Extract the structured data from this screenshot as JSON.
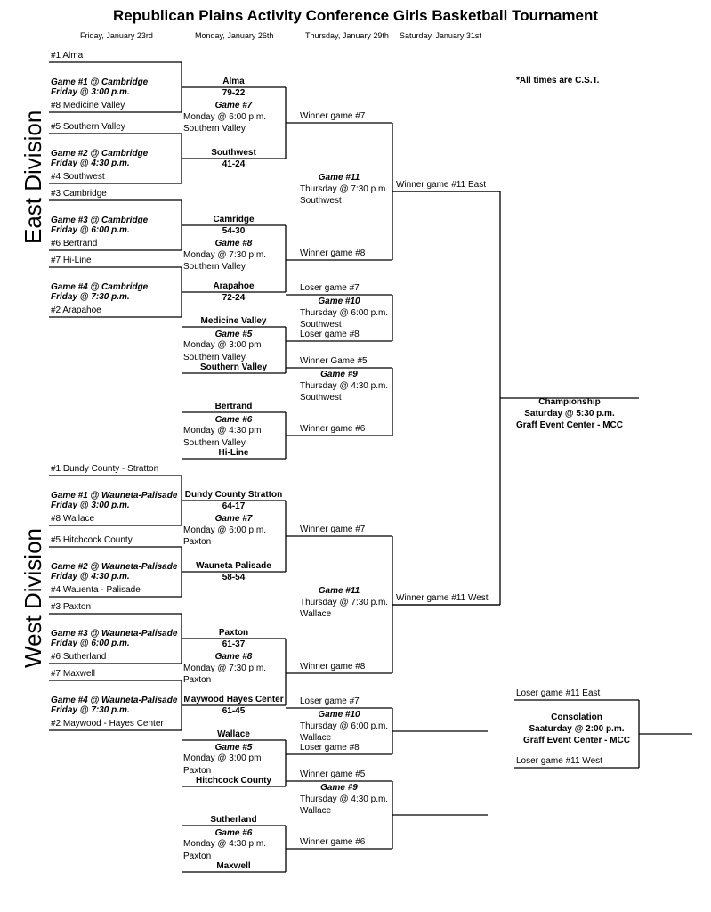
{
  "title": "Republican Plains Activity Conference Girls Basketball Tournament",
  "day_headers": [
    "Friday, January 23rd",
    "Monday, January 26th",
    "Thursday, January 29th",
    "Saturday, January 31st"
  ],
  "note": "*All times are C.S.T.",
  "east": {
    "label": "East Division",
    "r1": [
      {
        "top": "#1 Alma",
        "game1": "Game #1 @ Cambridge",
        "game2": "Friday @ 3:00 p.m.",
        "bottom": "#8 Medicine Valley"
      },
      {
        "top": "#5 Southern Valley",
        "game1": "Game #2 @ Cambridge",
        "game2": "Friday @ 4:30 p.m.",
        "bottom": "#4 Southwest"
      },
      {
        "top": "#3 Cambridge",
        "game1": "Game #3  @ Cambridge",
        "game2": "Friday @ 6:00 p.m.",
        "bottom": "#6 Bertrand"
      },
      {
        "top": "#7 Hi-Line",
        "game1": "Game #4  @ Cambridge",
        "game2": "Friday @ 7:30 p.m.",
        "bottom": "#2 Arapahoe"
      }
    ],
    "r2": [
      {
        "w1": "Alma",
        "s1": "79-22",
        "game": "Game #7",
        "time": "Monday @ 6:00 p.m.",
        "sub": "Southern Valley",
        "w2": "Southwest",
        "s2": "41-24"
      },
      {
        "w1": "Camridge",
        "s1": "54-30",
        "game": "Game #8",
        "time": "Monday @ 7:30 p.m.",
        "sub": "Southern Valley",
        "w2": "Arapahoe",
        "s2": "72-24"
      }
    ],
    "cons": [
      {
        "top": "Medicine Valley",
        "game": "Game #5",
        "time": "Monday @ 3:00 pm",
        "sub": "Southern Valley",
        "bottom": "Southern Valley"
      },
      {
        "top": "Bertrand",
        "game": "Game #6",
        "time": "Monday @ 4:30 pm",
        "sub": "Southern Valley",
        "bottom": "Hi-Line"
      }
    ],
    "r3": {
      "top": "Winner game #7",
      "game": "Game #11",
      "time": "Thursday @ 7:30 p.m.",
      "sub": "Southwest",
      "bottom": "Winner game #8"
    },
    "g10": {
      "top": "Loser game #7",
      "game": "Game #10",
      "time": "Thursday @ 6:00 p.m.",
      "sub": "Southwest",
      "bottom": "Loser game #8"
    },
    "g9": {
      "top": "Winner Game #5",
      "game": "Game #9",
      "time": "Thursday @ 4:30 p.m.",
      "sub": "Southwest",
      "bottom": "Winner game #6"
    },
    "final": "Winner game #11 East"
  },
  "west": {
    "label": "West Division",
    "r1": [
      {
        "top": "#1 Dundy County - Stratton",
        "game1": "Game #1 @ Wauneta-Palisade",
        "game2": "Friday @ 3:00 p.m.",
        "bottom": "#8 Wallace"
      },
      {
        "top": "#5 Hitchcock County",
        "game1": "Game #2 @ Wauneta-Palisade",
        "game2": "Friday @ 4:30 p.m.",
        "bottom": "#4 Wauenta - Palisade"
      },
      {
        "top": "#3 Paxton",
        "game1": "Game #3 @ Wauneta-Palisade",
        "game2": "Friday @ 6:00 p.m.",
        "bottom": "#6 Sutherland"
      },
      {
        "top": "#7 Maxwell",
        "game1": "Game #4 @ Wauneta-Palisade",
        "game2": "Friday @ 7:30 p.m.",
        "bottom": "#2 Maywood - Hayes Center"
      }
    ],
    "r2": [
      {
        "w1": "Dundy County Stratton",
        "s1": "64-17",
        "game": "Game #7",
        "time": "Monday @ 6:00 p.m.",
        "sub": "Paxton",
        "w2": "Wauneta Palisade",
        "s2": "58-54"
      },
      {
        "w1": "Paxton",
        "s1": "61-37",
        "game": "Game #8",
        "time": "Monday @ 7:30 p.m.",
        "sub": "Paxton",
        "w2": "Maywood Hayes Center",
        "s2": "61-45"
      }
    ],
    "cons": [
      {
        "top": "Wallace",
        "game": "Game #5",
        "time": "Monday @ 3:00 pm",
        "sub": "Paxton",
        "bottom": "Hitchcock County"
      },
      {
        "top": "Sutherland",
        "game": "Game #6",
        "time": "Monday @ 4:30 p.m.",
        "sub": "Paxton",
        "bottom": "Maxwell"
      }
    ],
    "r3": {
      "top": "Winner game #7",
      "game": "Game #11",
      "time": "Thursday @ 7:30 p.m.",
      "sub": "Wallace",
      "bottom": "Winner game #8"
    },
    "g10": {
      "top": "Loser game #7",
      "game": "Game #10",
      "time": "Thursday @ 6:00 p.m.",
      "sub": "Wallace",
      "bottom": "Loser game #8"
    },
    "g9": {
      "top": "Winner game #5",
      "game": "Game #9",
      "time": "Thursday @ 4:30 p.m.",
      "sub": "Wallace",
      "bottom": "Winner game #6"
    },
    "final": "Winner game #11 West"
  },
  "championship": {
    "title": "Championship",
    "time": "Saturday @ 5:30 p.m.",
    "venue": "Graff Event Center - MCC"
  },
  "consolation": {
    "top": "Loser game #11 East",
    "title": "Consolation",
    "time": "Saaturday @ 2:00 p.m.",
    "venue": "Graff Event Center - MCC",
    "bottom": "Loser game #11 West"
  }
}
